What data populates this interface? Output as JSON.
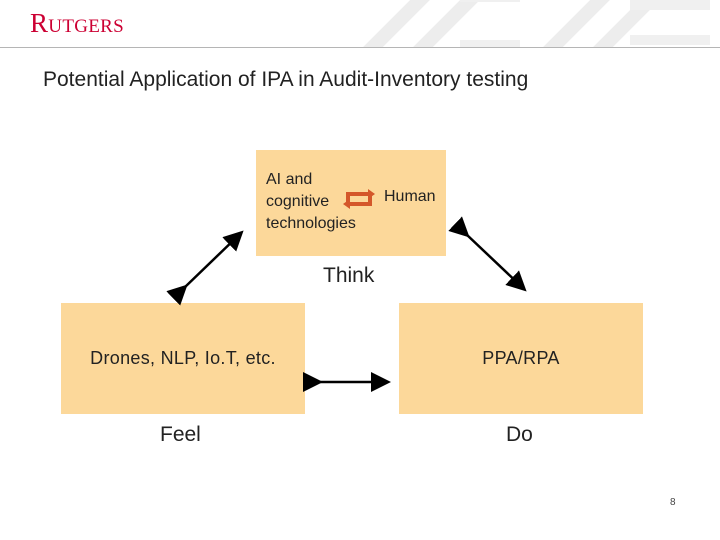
{
  "header": {
    "logo_text": "Rutgers",
    "brand_color": "#cc0033"
  },
  "slide": {
    "title": "Potential Application of IPA in Audit-Inventory testing",
    "page_number": "8"
  },
  "diagram": {
    "top_box": {
      "left_label_lines": [
        "AI and",
        "cognitive",
        "technologies"
      ],
      "right_label": "Human",
      "icon": "cycle-arrows-icon",
      "caption": "Think"
    },
    "left_box": {
      "label": "Drones, NLP, Io.T, etc.",
      "caption": "Feel"
    },
    "right_box": {
      "label": "PPA/RPA",
      "caption": "Do"
    },
    "box_color": "#fcd89a",
    "icon_color": "#d4572a"
  }
}
